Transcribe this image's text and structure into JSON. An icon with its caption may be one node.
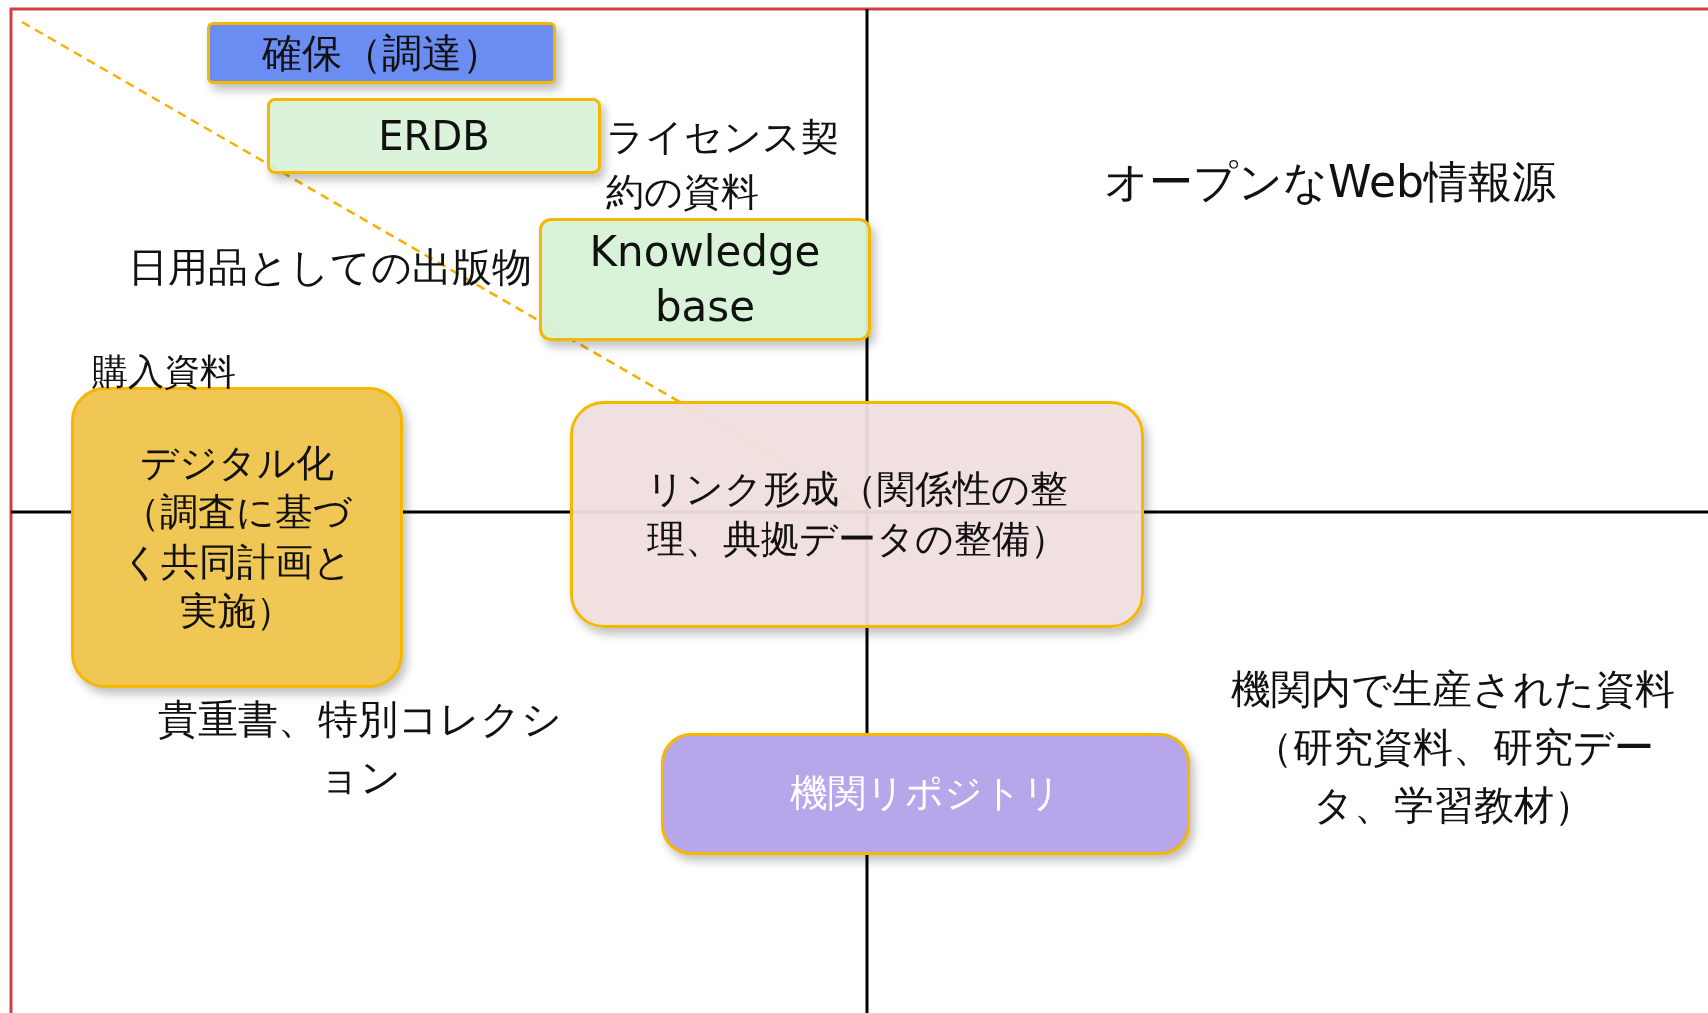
{
  "diagram": {
    "nodes": [
      {
        "text": [
          "確保（調達）"
        ]
      },
      {
        "text": [
          "ERDB"
        ]
      },
      {
        "text": [
          "Knowledge base"
        ]
      },
      {
        "text": [
          "デジタル化（調査に基づく共同計画と実施）"
        ]
      },
      {
        "text": [
          "リンク形成（関係性の整理、典拠データの整備）"
        ]
      },
      {
        "text": [
          "機関リポジトリ"
        ]
      }
    ],
    "labels": [
      "ライセンス契約の資料",
      "オープンなWeb情報源",
      "日用品としての出版物",
      "購入資料",
      "貴重書、特別コレクション",
      "機関内で生産された資料（研究資料、研究データ、学習教材）"
    ]
  }
}
